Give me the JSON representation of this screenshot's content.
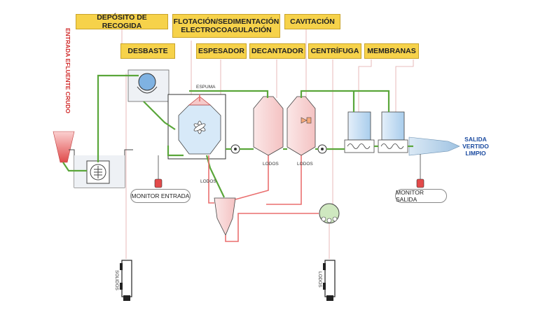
{
  "labels": {
    "deposito": "DEPÓSITO DE RECOGIDA",
    "flotacion": "FLOTACIÓN/SEDIMENTACIÓN ELECTROCOAGULACIÓN",
    "cavitacion": "CAVITACIÓN",
    "desbaste": "DESBASTE",
    "espesador": "ESPESADOR",
    "decantador": "DECANTADOR",
    "centrifuga": "CENTRÍFUGA",
    "membranas": "MEMBRANAS"
  },
  "inlet_text": "ENTRADA EFLUENTE CRUDO",
  "outlet_text": [
    "SALIDA",
    "VERTIDO",
    "LIMPIO"
  ],
  "monitors": {
    "entrada": "MONITOR ENTRADA",
    "salida": "MONITOR SALIDA"
  },
  "small_text": {
    "espuma": "ESPUMA",
    "lodos_1": "LODOS",
    "lodos_2": "LODOS",
    "lodos_3": "LODOS"
  },
  "trucks": {
    "left": "SOLIDOS",
    "right": "LODOS"
  },
  "colors": {
    "label_bg": "#f6d24a",
    "clean_flow": "#5aa63a",
    "sludge_flow": "#ea6f6f",
    "tank_blue": "#cfe3f5",
    "tank_pink": "#f8d6d6",
    "outlet_text": "#1a4aa0",
    "inlet_text": "#d02a2a"
  }
}
